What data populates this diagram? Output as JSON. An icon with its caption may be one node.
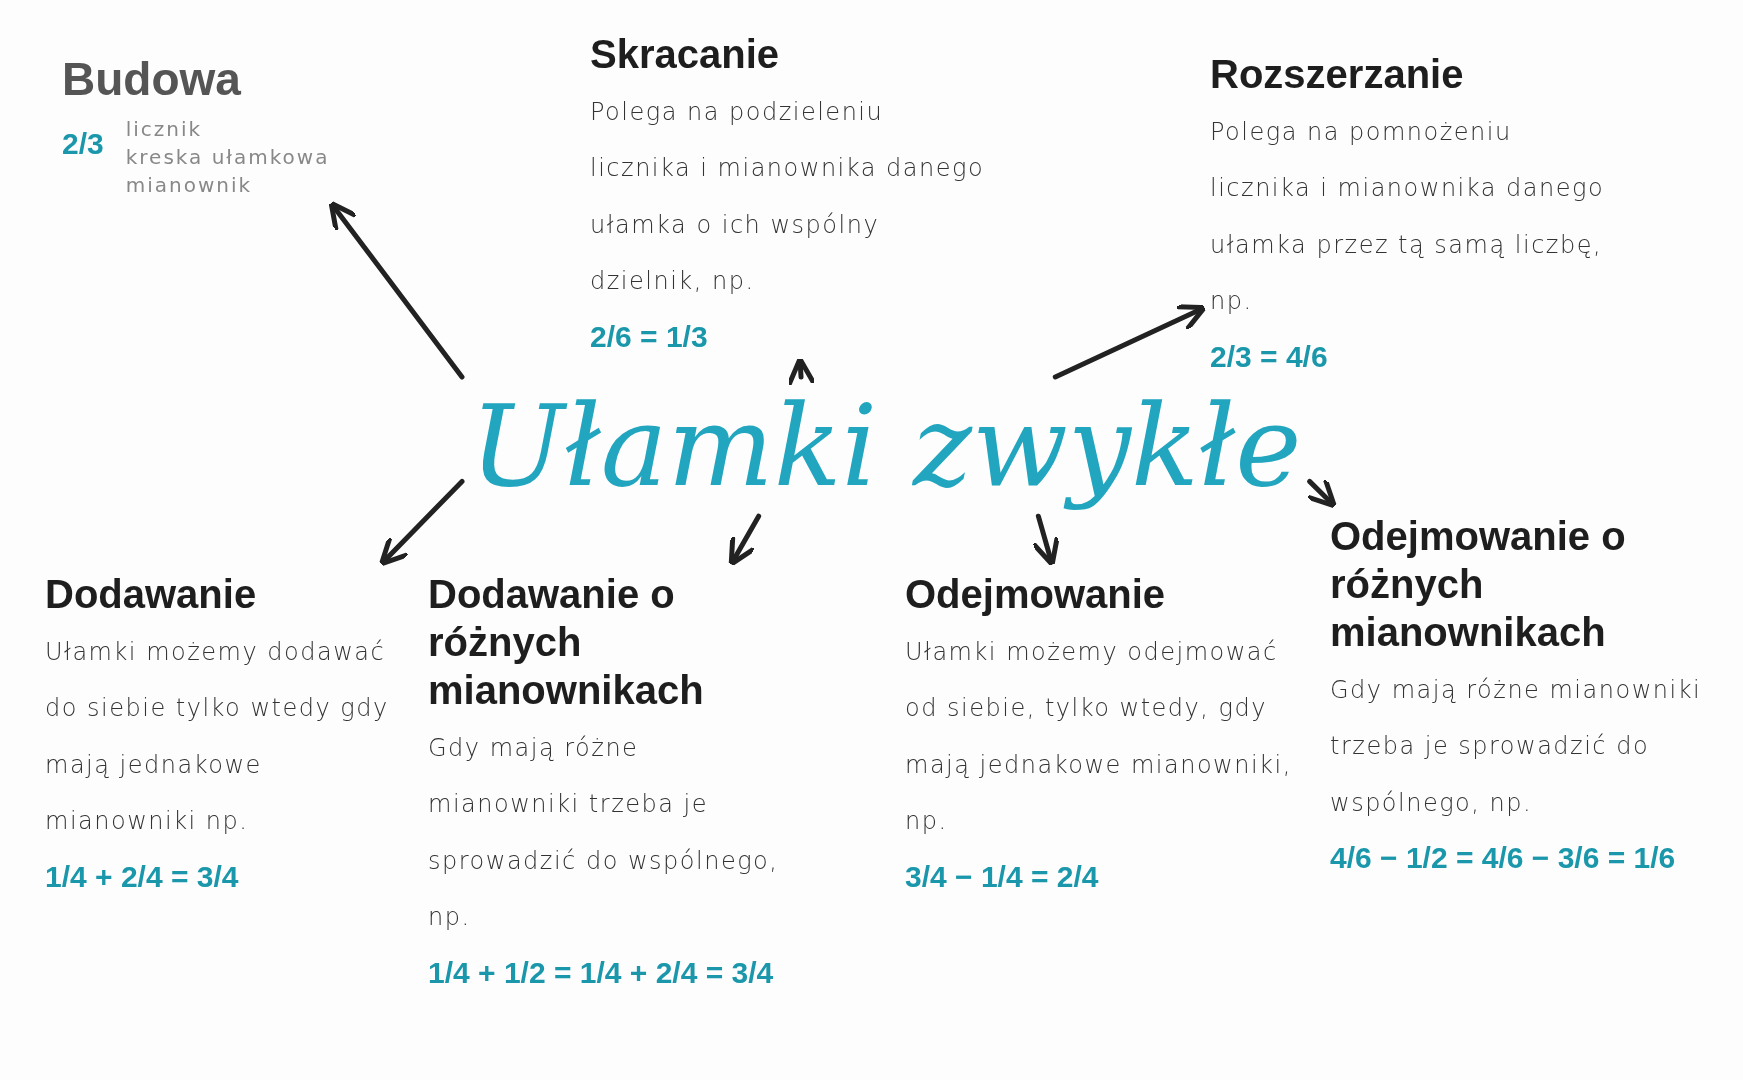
{
  "diagram": {
    "nodes": [
      {
        "text": [
          "Ułamki zwykłe"
        ]
      },
      {
        "text": [
          "Budowa",
          "2/3",
          "licznik",
          "kreska ułamkowa",
          "mianownik"
        ]
      },
      {
        "text": [
          "Skracanie",
          "Polega na podzieleniu licznika i mianownika danego ułamka o ich wspólny dzielnik, np.",
          "2/6 = 1/3"
        ]
      },
      {
        "text": [
          "Rozszerzanie",
          "Polega na pomnożeniu licznika i mianownika danego ułamka przez tą samą liczbę, np.",
          "2/3 = 4/6"
        ]
      },
      {
        "text": [
          "Dodawanie",
          "Ułamki możemy dodawać do siebie tylko wtedy gdy mają jednakowe mianowniki np.",
          "1/4 + 2/4 = 3/4"
        ]
      },
      {
        "text": [
          "Dodawanie o różnych mianownikach",
          "Gdy mają różne mianowniki trzeba je sprowadzić do wspólnego, np.",
          "1/4 + 1/2 = 1/4 + 2/4 = 3/4"
        ]
      },
      {
        "text": [
          "Odejmowanie",
          "Ułamki możemy odejmować od siebie, tylko wtedy, gdy mają jednakowe mianowniki, np.",
          "3/4 − 1/4 = 2/4"
        ]
      },
      {
        "text": [
          "Odejmowanie o różnych mianownikach",
          "Gdy mają różne mianowniki trzeba je sprowadzić do wspólnego, np.",
          "4/6 − 1/2 = 4/6 − 3/6 = 1/6"
        ]
      }
    ],
    "edges": [
      {
        "from": 0,
        "to": 1,
        "arrow": "to"
      },
      {
        "from": 0,
        "to": 2,
        "arrow": "to"
      },
      {
        "from": 0,
        "to": 3,
        "arrow": "to"
      },
      {
        "from": 0,
        "to": 4,
        "arrow": "to"
      },
      {
        "from": 0,
        "to": 5,
        "arrow": "to"
      },
      {
        "from": 0,
        "to": 6,
        "arrow": "to"
      },
      {
        "from": 0,
        "to": 7,
        "arrow": "to"
      }
    ]
  }
}
